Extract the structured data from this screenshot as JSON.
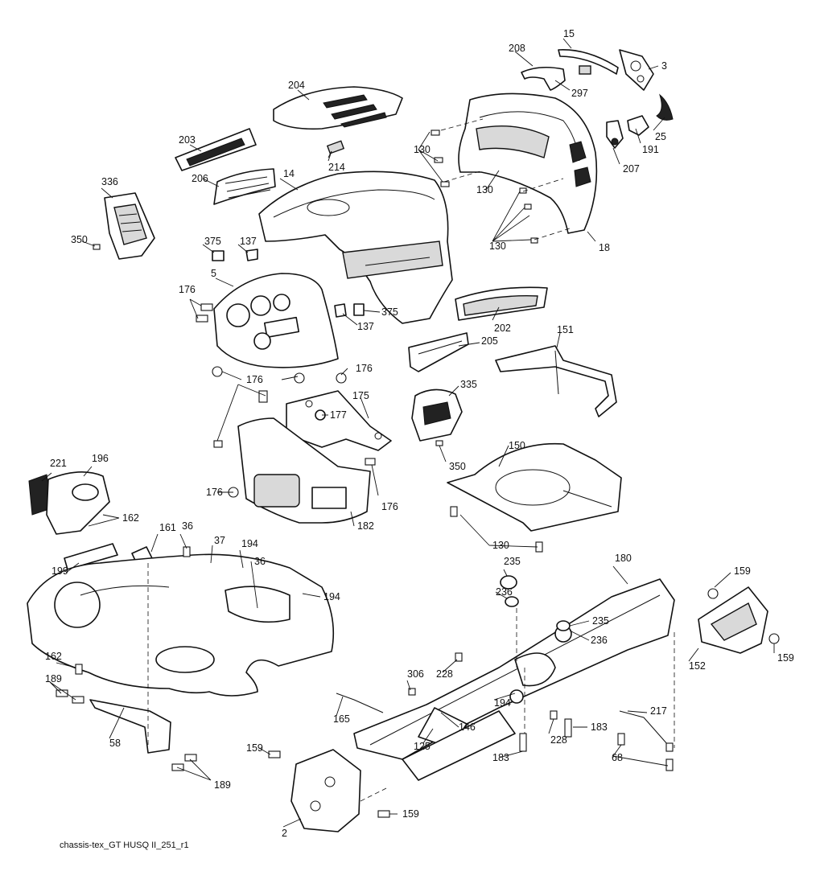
{
  "caption": "chassis-tex_GT HUSQ II_251_r1",
  "callouts": [
    {
      "label": "15"
    },
    {
      "label": "208"
    },
    {
      "label": "3"
    },
    {
      "label": "297"
    },
    {
      "label": "204"
    },
    {
      "label": "25"
    },
    {
      "label": "191"
    },
    {
      "label": "207"
    },
    {
      "label": "130"
    },
    {
      "label": "130"
    },
    {
      "label": "130"
    },
    {
      "label": "18"
    },
    {
      "label": "203"
    },
    {
      "label": "214"
    },
    {
      "label": "14"
    },
    {
      "label": "206"
    },
    {
      "label": "336"
    },
    {
      "label": "350"
    },
    {
      "label": "375"
    },
    {
      "label": "137"
    },
    {
      "label": "5"
    },
    {
      "label": "176"
    },
    {
      "label": "137"
    },
    {
      "label": "375"
    },
    {
      "label": "202"
    },
    {
      "label": "151"
    },
    {
      "label": "205"
    },
    {
      "label": "176"
    },
    {
      "label": "176"
    },
    {
      "label": "175"
    },
    {
      "label": "177"
    },
    {
      "label": "335"
    },
    {
      "label": "150"
    },
    {
      "label": "350"
    },
    {
      "label": "221"
    },
    {
      "label": "196"
    },
    {
      "label": "162"
    },
    {
      "label": "176"
    },
    {
      "label": "176"
    },
    {
      "label": "182"
    },
    {
      "label": "161"
    },
    {
      "label": "36"
    },
    {
      "label": "37"
    },
    {
      "label": "194"
    },
    {
      "label": "36"
    },
    {
      "label": "199"
    },
    {
      "label": "194"
    },
    {
      "label": "130"
    },
    {
      "label": "235"
    },
    {
      "label": "180"
    },
    {
      "label": "159"
    },
    {
      "label": "236"
    },
    {
      "label": "235"
    },
    {
      "label": "236"
    },
    {
      "label": "162"
    },
    {
      "label": "306"
    },
    {
      "label": "228"
    },
    {
      "label": "152"
    },
    {
      "label": "159"
    },
    {
      "label": "189"
    },
    {
      "label": "194"
    },
    {
      "label": "165"
    },
    {
      "label": "58"
    },
    {
      "label": "146"
    },
    {
      "label": "217"
    },
    {
      "label": "228"
    },
    {
      "label": "183"
    },
    {
      "label": "125"
    },
    {
      "label": "159"
    },
    {
      "label": "183"
    },
    {
      "label": "68"
    },
    {
      "label": "189"
    },
    {
      "label": "159"
    },
    {
      "label": "2"
    }
  ]
}
